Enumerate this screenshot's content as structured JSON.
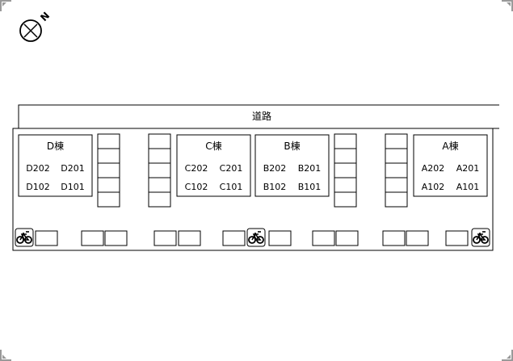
{
  "road": {
    "label": "道路"
  },
  "compass": {
    "north_letter": "N",
    "icon": "compass-north-icon"
  },
  "buildings": [
    {
      "name": "D棟",
      "units": [
        "D202",
        "D201",
        "D102",
        "D101"
      ]
    },
    {
      "name": "C棟",
      "units": [
        "C202",
        "C201",
        "C102",
        "C101"
      ]
    },
    {
      "name": "B棟",
      "units": [
        "B202",
        "B201",
        "B102",
        "B101"
      ]
    },
    {
      "name": "A棟",
      "units": [
        "A202",
        "A201",
        "A102",
        "A101"
      ]
    }
  ],
  "bicycle_parking": {
    "icon": "bicycle-icon",
    "count": 3
  },
  "colors": {
    "line": "#000000",
    "corner_mark": "#888888",
    "background": "#ffffff"
  }
}
